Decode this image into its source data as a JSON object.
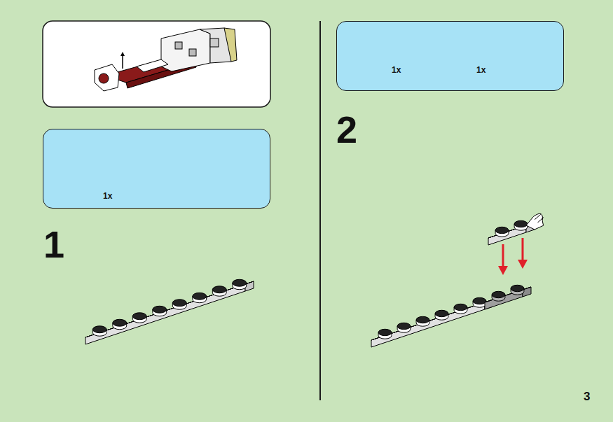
{
  "diagram": {
    "nodes": [
      {
        "text": [
          "1x"
        ]
      },
      {
        "text": [
          "1x",
          "1x"
        ]
      }
    ],
    "labels": [
      "1",
      "2",
      "3"
    ]
  }
}
